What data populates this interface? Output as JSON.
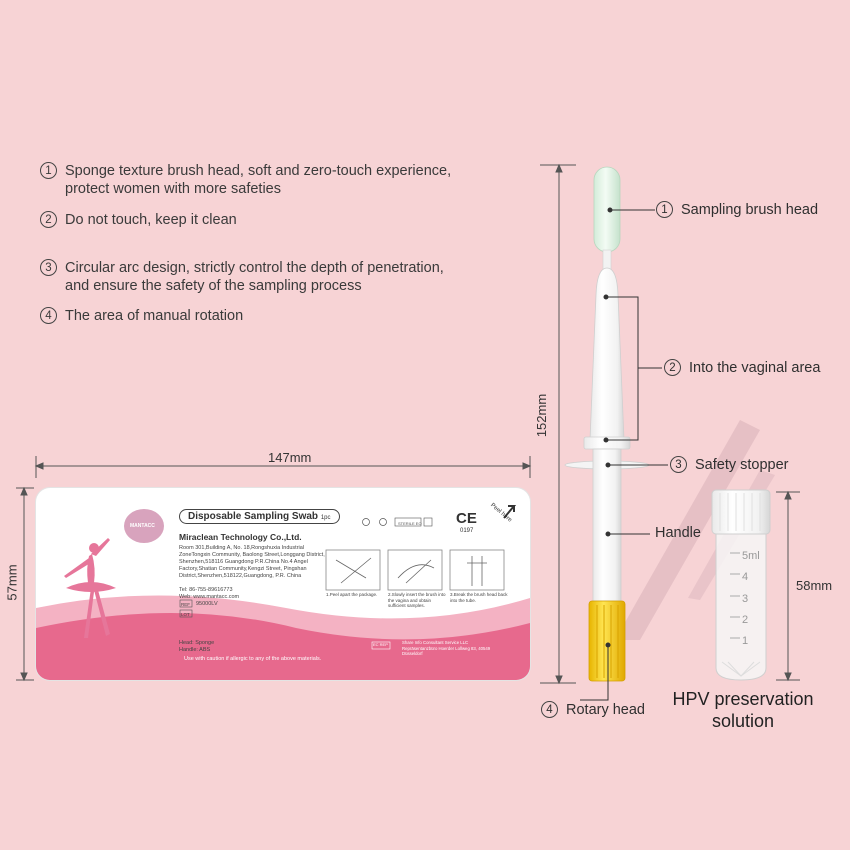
{
  "features": [
    {
      "num": "1",
      "line1": "Sponge texture brush head, soft and zero-touch experience,",
      "line2": "protect women with more safeties"
    },
    {
      "num": "2",
      "line1": "Do not touch, keep it clean",
      "line2": ""
    },
    {
      "num": "3",
      "line1": "Circular arc design, strictly control the depth of penetration,",
      "line2": "and ensure the safety of the sampling process"
    },
    {
      "num": "4",
      "line1": "The area of manual rotation",
      "line2": ""
    }
  ],
  "callouts": {
    "brush": {
      "num": "1",
      "label": "Sampling brush head"
    },
    "vaginal": {
      "num": "2",
      "label": "Into the vaginal area"
    },
    "stopper": {
      "num": "3",
      "label": "Safety stopper"
    },
    "handle": {
      "label": "Handle"
    },
    "rotary": {
      "num": "4",
      "label": "Rotary head"
    }
  },
  "dimensions": {
    "width": "147mm",
    "height": "57mm",
    "swab_length": "152mm",
    "tube_height": "58mm"
  },
  "tube": {
    "title_line1": "HPV preservation",
    "title_line2": "solution",
    "marks": [
      "5ml",
      "4",
      "3",
      "2",
      "1"
    ]
  },
  "package": {
    "brand": "MANTACC",
    "product": "Disposable Sampling Swab",
    "qty": "1pc",
    "company": "Miraclean Technology Co.,Ltd.",
    "address": "Room 301,Building A, No. 18,Rongshuxia Industrial ZoneTongxin Community, Baolong Street,Longgang District, Shenzhen,518116 Guangdong P.R.China No.4 Angel Factory,Shatian Community,Kengzi Street, Pingshan District,Shenzhen,518122,Guangdong, P.R. China",
    "tel": "Tel: 86-755-89616773",
    "web": "Web: www.mantacc.com",
    "ref_label": "REF",
    "ref_value": "95000LV",
    "lot_label": "LOT",
    "head_material": "Head: Sponge",
    "handle_material": "Handle: ABS",
    "warning": "Use with caution if allergic to any of the above materials.",
    "ce": "CE",
    "ce_number": "0197",
    "peel": "Peel here",
    "steps": [
      "1.Peel apart the package.",
      "2.Slowly insert the brush into the vagina and obtain sufficient samples.",
      "3.Break the brush head back into the tube."
    ],
    "ec_rep": "EC REP",
    "rep_text": "Share Info Consultant Service LLC Repräsentanzbüro Hoerder Lollweg 83, 40549 Düsseldorf",
    "sterile": "STERILE EO"
  },
  "colors": {
    "background": "#f7d3d5",
    "pink": "#e86a8c",
    "yellow": "#f6d21b"
  }
}
